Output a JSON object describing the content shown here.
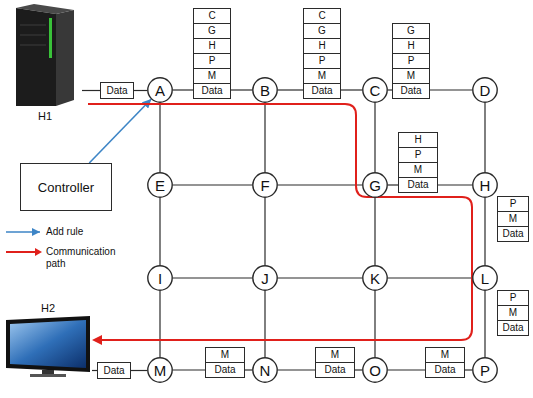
{
  "diagram": {
    "nodes": [
      {
        "text": [
          "H1"
        ]
      },
      {
        "text": [
          "Data"
        ]
      },
      {
        "text": [
          "A"
        ]
      },
      {
        "text": [
          "C",
          "G",
          "H",
          "P",
          "M",
          "Data"
        ]
      },
      {
        "text": [
          "B"
        ]
      },
      {
        "text": [
          "C",
          "G",
          "H",
          "P",
          "M",
          "Data"
        ]
      },
      {
        "text": [
          "C"
        ]
      },
      {
        "text": [
          "G",
          "H",
          "P",
          "M",
          "Data"
        ]
      },
      {
        "text": [
          "D"
        ]
      },
      {
        "text": [
          "Controller"
        ]
      },
      {
        "text": [
          "E"
        ]
      },
      {
        "text": [
          "F"
        ]
      },
      {
        "text": [
          "G"
        ]
      },
      {
        "text": [
          "H",
          "P",
          "M",
          "Data"
        ]
      },
      {
        "text": [
          "H"
        ]
      },
      {
        "text": [
          "P",
          "M",
          "Data"
        ]
      },
      {
        "text": [
          "I"
        ]
      },
      {
        "text": [
          "J"
        ]
      },
      {
        "text": [
          "K"
        ]
      },
      {
        "text": [
          "L"
        ]
      },
      {
        "text": [
          "P",
          "M",
          "Data"
        ]
      },
      {
        "text": [
          "H2"
        ]
      },
      {
        "text": [
          "Data"
        ]
      },
      {
        "text": [
          "M"
        ]
      },
      {
        "text": [
          "M",
          "Data"
        ]
      },
      {
        "text": [
          "N"
        ]
      },
      {
        "text": [
          "M",
          "Data"
        ]
      },
      {
        "text": [
          "O"
        ]
      },
      {
        "text": [
          "M",
          "Data"
        ]
      },
      {
        "text": [
          "P"
        ]
      }
    ],
    "edges": [
      {
        "from": 0,
        "to": 1,
        "arrow": "none"
      },
      {
        "from": 1,
        "to": 2,
        "arrow": "none"
      },
      {
        "from": 2,
        "to": 3,
        "arrow": "none"
      },
      {
        "from": 3,
        "to": 4,
        "arrow": "none"
      },
      {
        "from": 4,
        "to": 5,
        "arrow": "none"
      },
      {
        "from": 5,
        "to": 6,
        "arrow": "none"
      },
      {
        "from": 6,
        "to": 7,
        "arrow": "none"
      },
      {
        "from": 7,
        "to": 8,
        "arrow": "none"
      },
      {
        "from": 9,
        "to": 2,
        "arrow": "to"
      },
      {
        "from": 10,
        "to": 11,
        "arrow": "none"
      },
      {
        "from": 11,
        "to": 12,
        "arrow": "none"
      },
      {
        "from": 12,
        "to": 13,
        "arrow": "none"
      },
      {
        "from": 13,
        "to": 14,
        "arrow": "none"
      },
      {
        "from": 16,
        "to": 17,
        "arrow": "none"
      },
      {
        "from": 17,
        "to": 18,
        "arrow": "none"
      },
      {
        "from": 18,
        "to": 19,
        "arrow": "none"
      },
      {
        "from": 21,
        "to": 22,
        "arrow": "none"
      },
      {
        "from": 22,
        "to": 23,
        "arrow": "none"
      },
      {
        "from": 23,
        "to": 24,
        "arrow": "none"
      },
      {
        "from": 24,
        "to": 25,
        "arrow": "none"
      },
      {
        "from": 25,
        "to": 26,
        "arrow": "none"
      },
      {
        "from": 26,
        "to": 27,
        "arrow": "none"
      },
      {
        "from": 27,
        "to": 28,
        "arrow": "none"
      },
      {
        "from": 28,
        "to": 29,
        "arrow": "none"
      },
      {
        "from": 2,
        "to": 10,
        "arrow": "none"
      },
      {
        "from": 10,
        "to": 16,
        "arrow": "none"
      },
      {
        "from": 16,
        "to": 23,
        "arrow": "none"
      },
      {
        "from": 4,
        "to": 11,
        "arrow": "none"
      },
      {
        "from": 11,
        "to": 17,
        "arrow": "none"
      },
      {
        "from": 17,
        "to": 25,
        "arrow": "none"
      },
      {
        "from": 6,
        "to": 12,
        "arrow": "none"
      },
      {
        "from": 12,
        "to": 18,
        "arrow": "none"
      },
      {
        "from": 18,
        "to": 27,
        "arrow": "none"
      },
      {
        "from": 8,
        "to": 14,
        "arrow": "none"
      },
      {
        "from": 14,
        "to": 19,
        "arrow": "none"
      },
      {
        "from": 19,
        "to": 29,
        "arrow": "none"
      }
    ],
    "legend": [
      {
        "text": "Add rule"
      },
      {
        "text": "Communication path"
      }
    ]
  }
}
